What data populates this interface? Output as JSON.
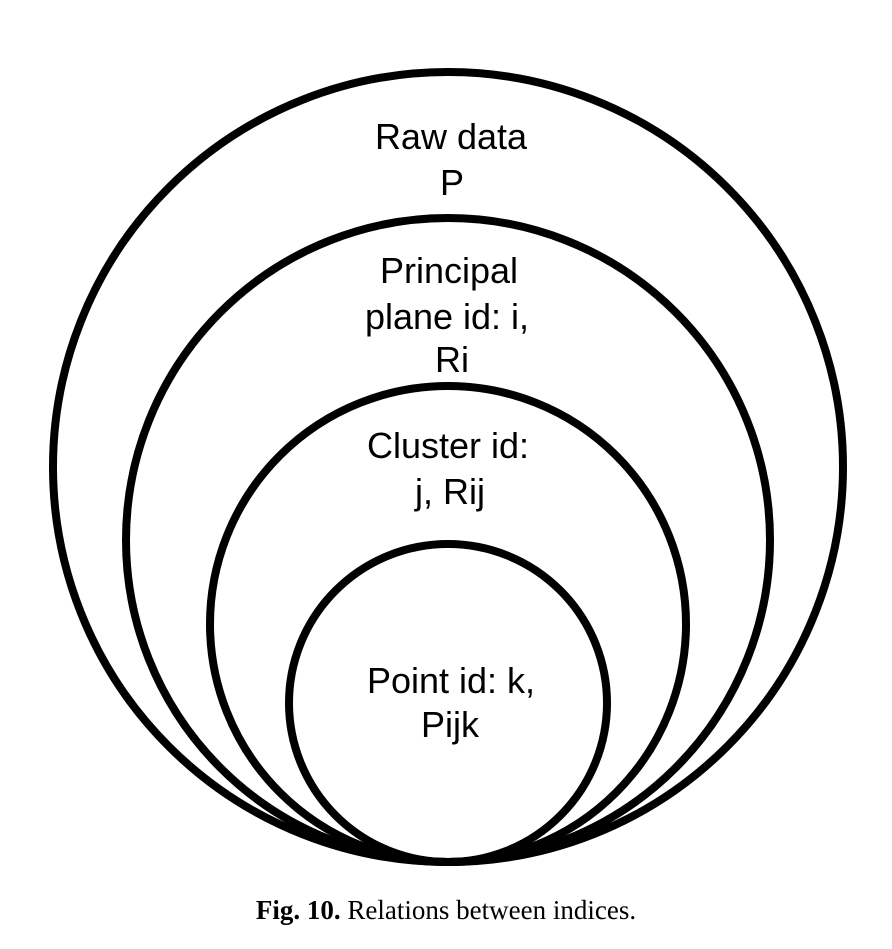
{
  "diagram": {
    "levels": [
      {
        "id": "raw-data",
        "lines": [
          "Raw data",
          "P"
        ]
      },
      {
        "id": "principal-plane",
        "lines": [
          "Principal",
          "plane id: i,",
          "Ri"
        ]
      },
      {
        "id": "cluster",
        "lines": [
          "Cluster id:",
          "j, Rij"
        ]
      },
      {
        "id": "point",
        "lines": [
          "Point id: k,",
          "Pijk"
        ]
      }
    ],
    "stroke_color": "#000000"
  },
  "caption": {
    "label": "Fig. 10.",
    "text": "Relations between indices."
  }
}
